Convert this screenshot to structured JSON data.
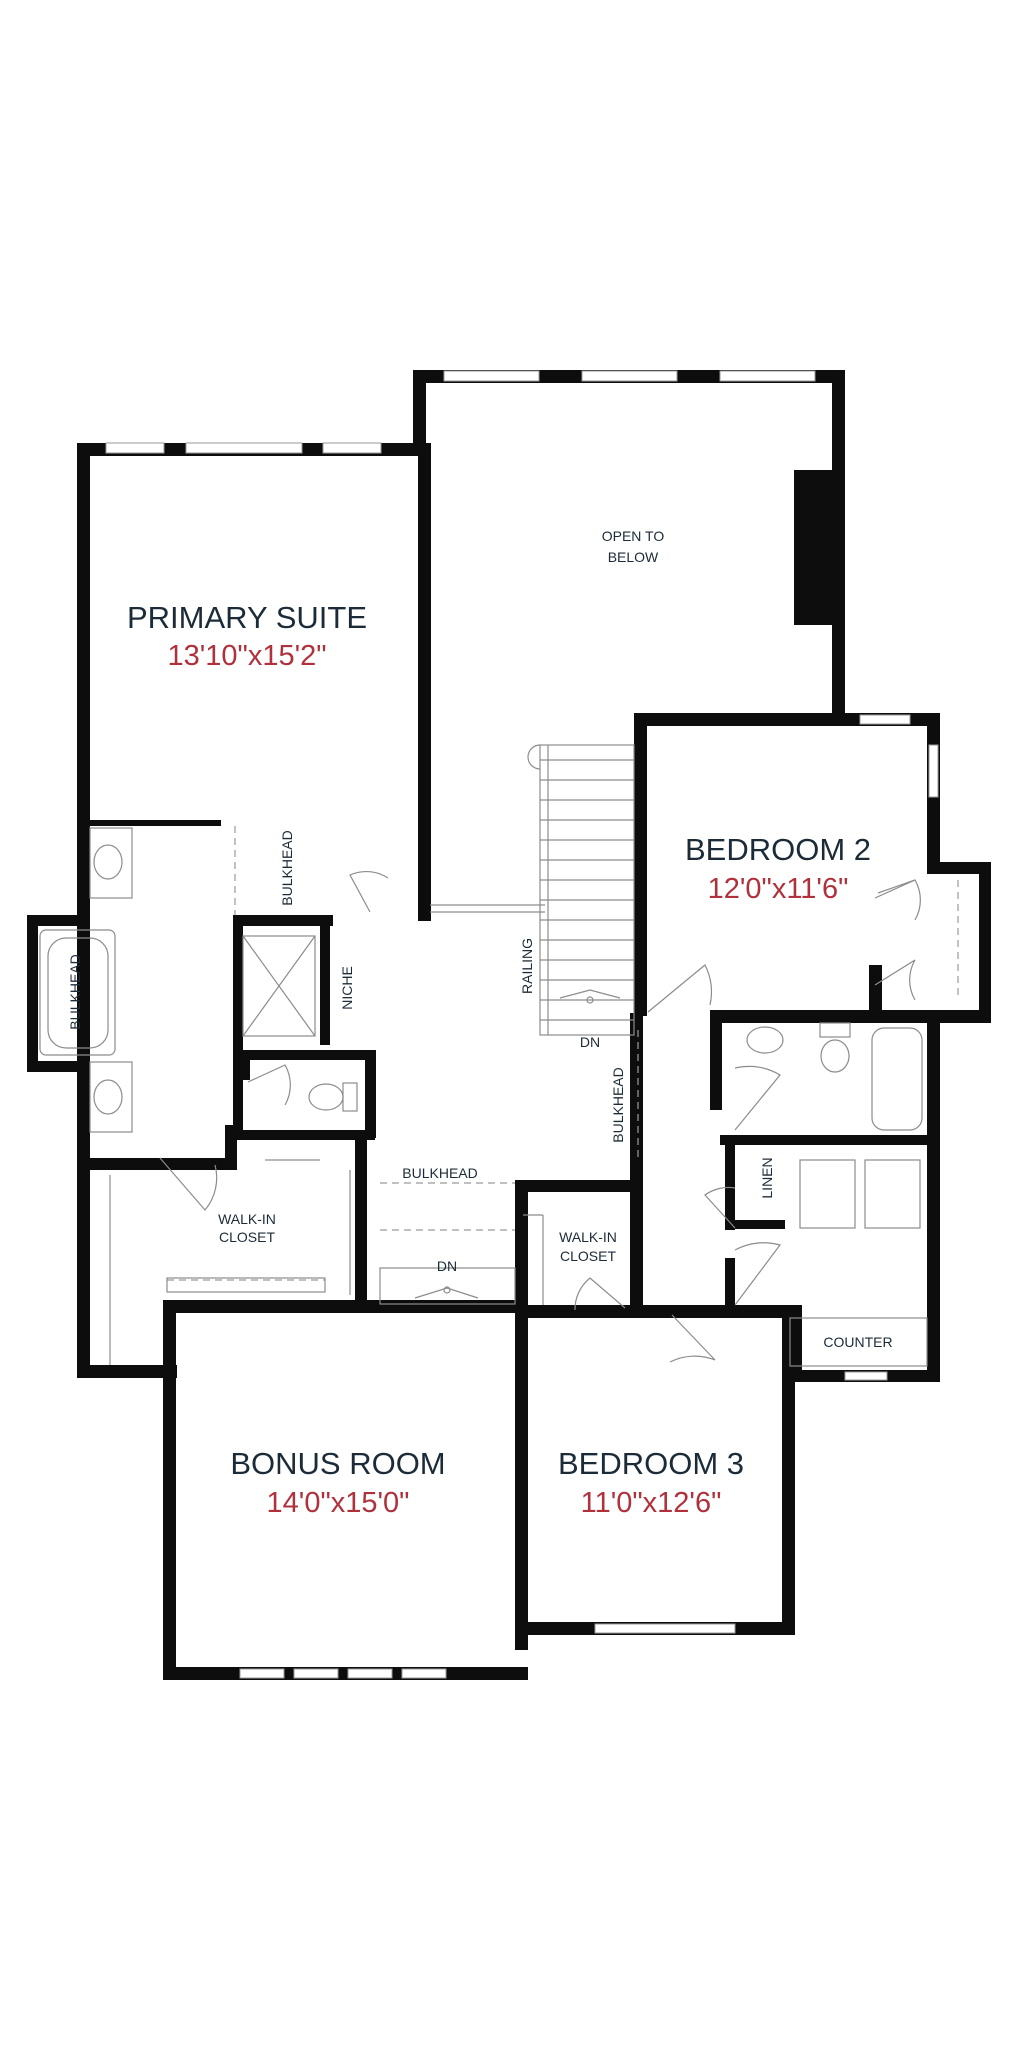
{
  "rooms": {
    "primary_suite": {
      "name": "PRIMARY SUITE",
      "dim": "13'10\"x15'2\""
    },
    "bedroom_2": {
      "name": "BEDROOM 2",
      "dim": "12'0\"x11'6\""
    },
    "bedroom_3": {
      "name": "BEDROOM 3",
      "dim": "11'0\"x12'6\""
    },
    "bonus_room": {
      "name": "BONUS ROOM",
      "dim": "14'0\"x15'0\""
    }
  },
  "labels": {
    "open_to_below_1": "OPEN TO",
    "open_to_below_2": "BELOW",
    "bulkhead": "BULKHEAD",
    "niche": "NICHE",
    "railing": "RAILING",
    "dn": "DN",
    "walk_in_1": "WALK-IN",
    "closet": "CLOSET",
    "linen": "LINEN",
    "counter": "COUNTER"
  }
}
